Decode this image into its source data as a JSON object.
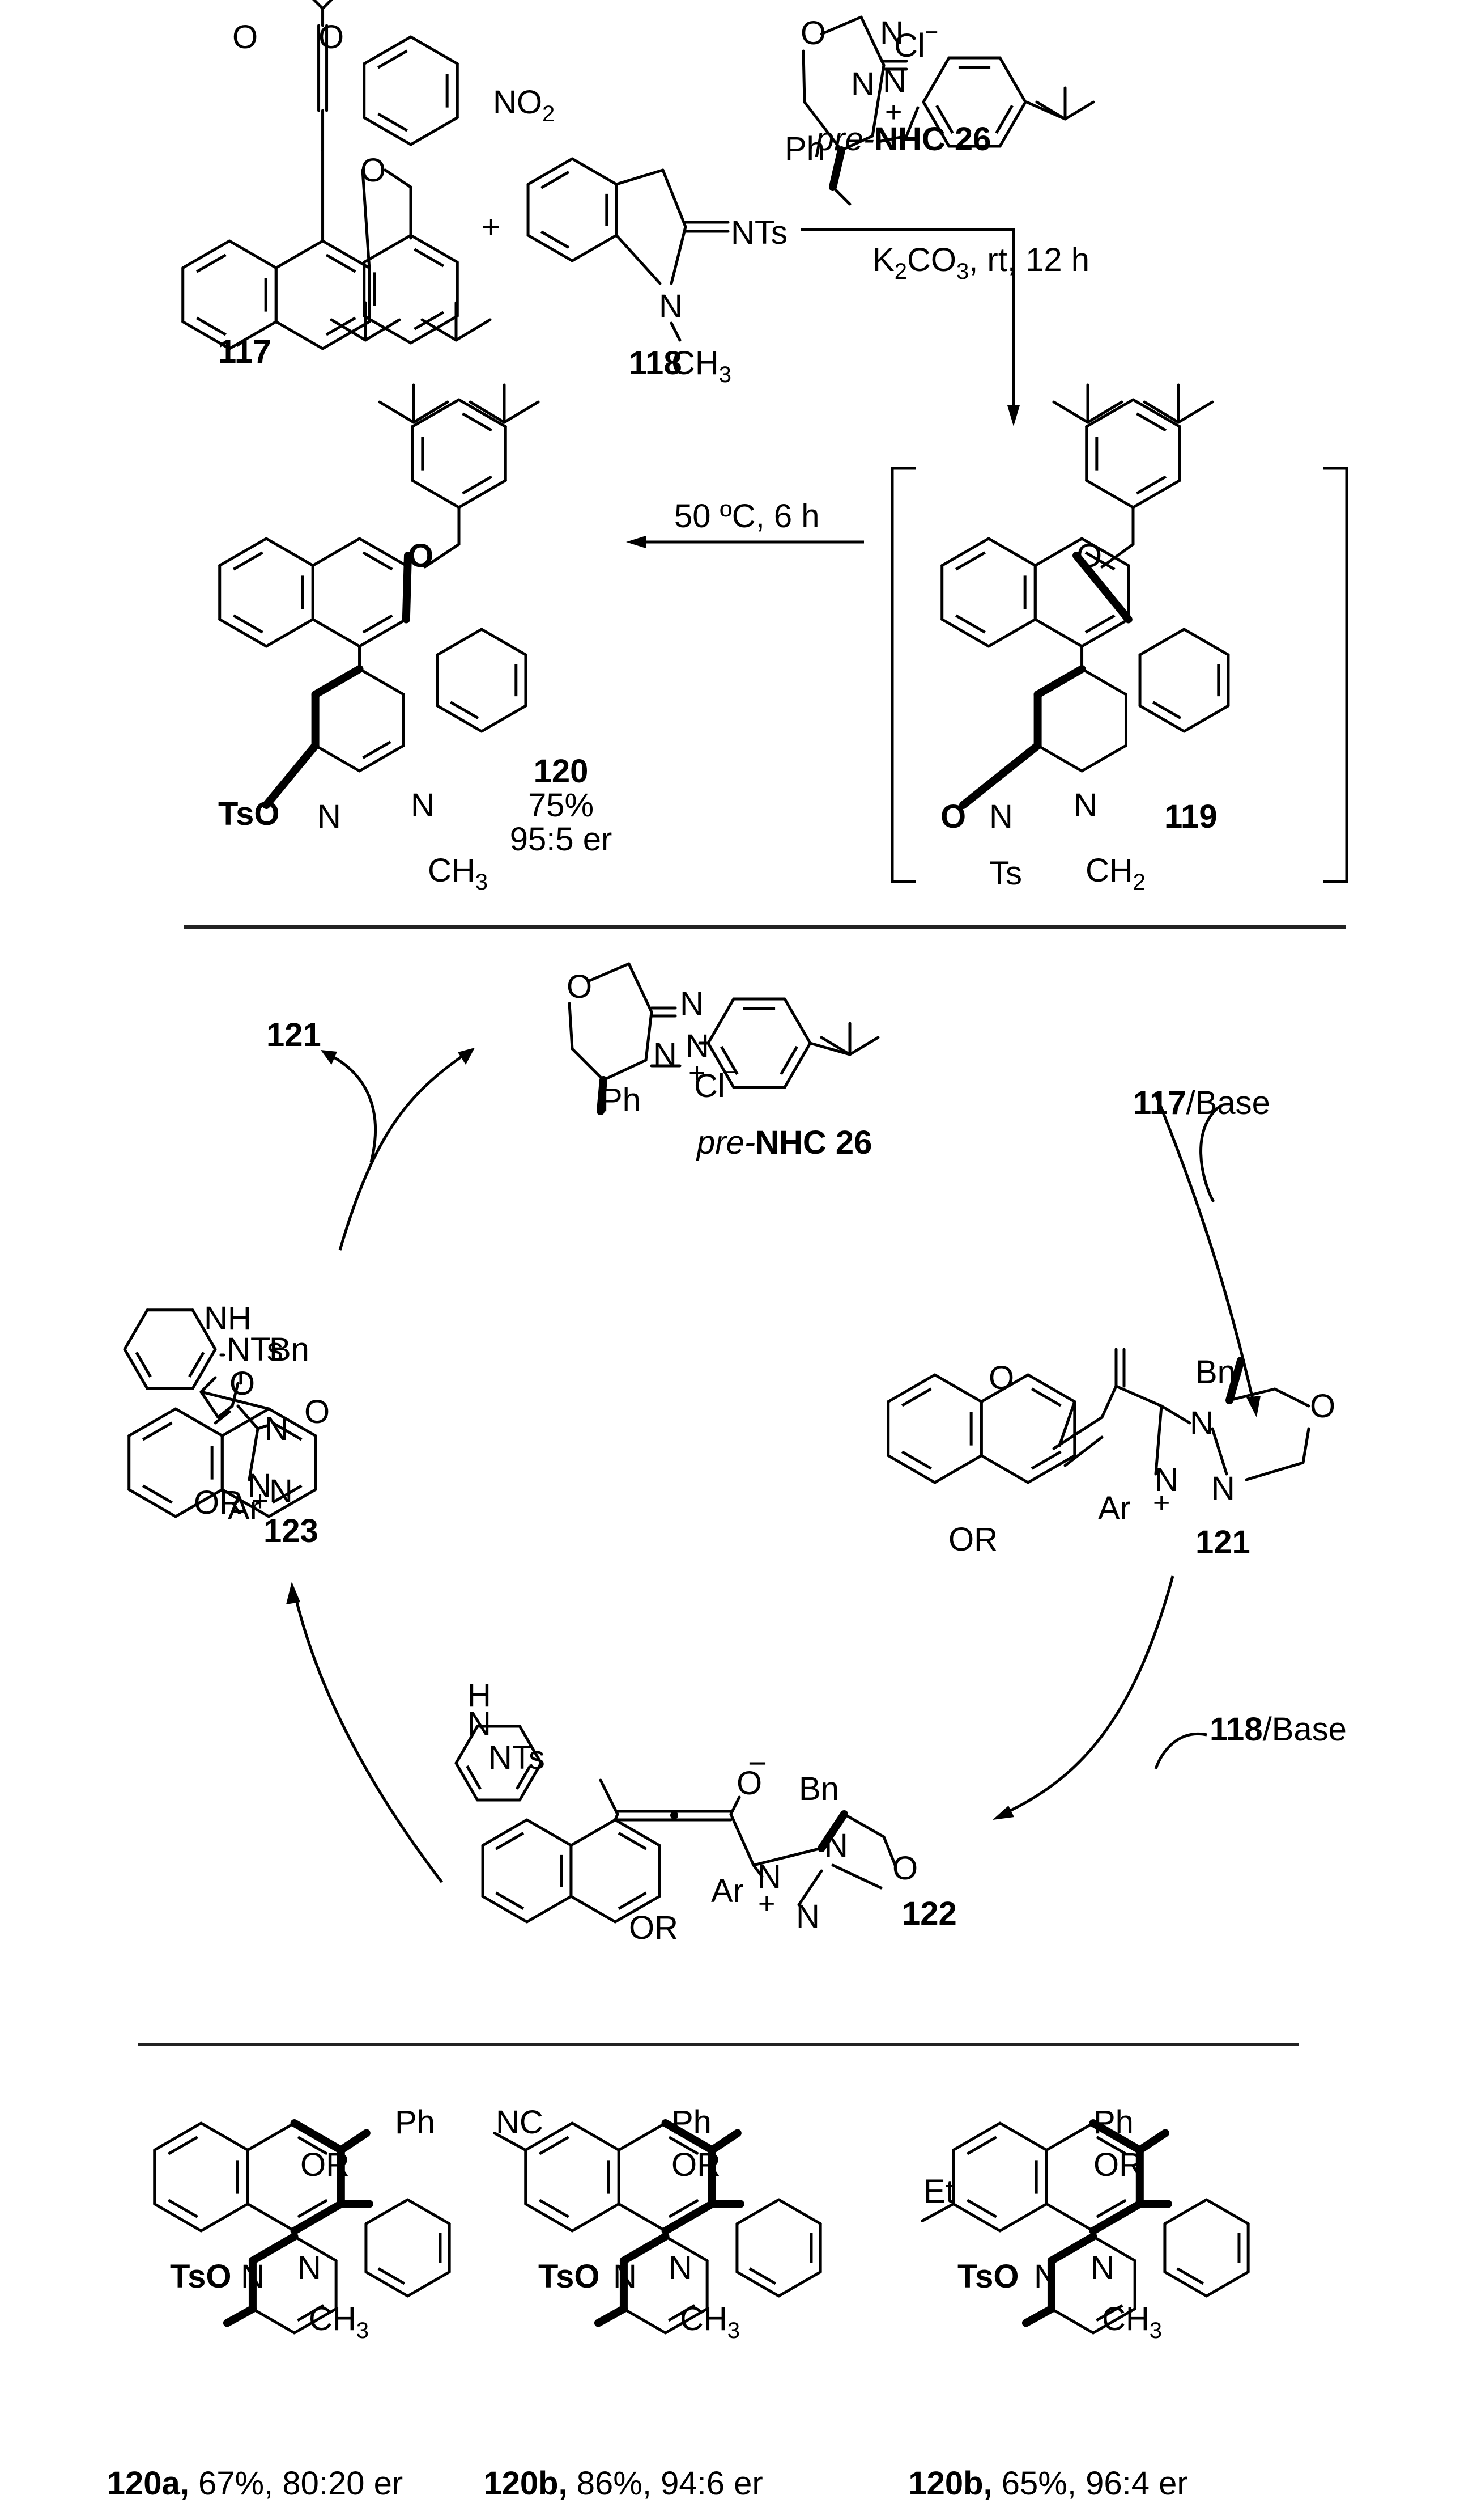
{
  "figure": {
    "type": "reaction-scheme",
    "sections": [
      "synthesis",
      "catalytic-cycle",
      "substrate-scope"
    ]
  },
  "synthesis": {
    "reactant_1": {
      "id": "117",
      "groups": [
        "O",
        "O",
        "NO2",
        "O"
      ],
      "nitro_label": "NO",
      "nitro_sub": "2"
    },
    "plus": "+",
    "reactant_2": {
      "id": "118",
      "imine": "NTs",
      "n_methyl": "N",
      "methyl": "CH",
      "methyl_sub": "3"
    },
    "catalyst": {
      "prefix": "pre-",
      "name": "NHC 26",
      "counterion": "Cl",
      "counterion_charge": "−",
      "substituent": "Ph",
      "atoms": [
        "O",
        "N",
        "N",
        "N"
      ],
      "charge": "+"
    },
    "step1_conditions": {
      "base": "K",
      "base_sub1": "2",
      "base_mid": "CO",
      "base_sub2": "3",
      "rest": ", rt, 12 h"
    },
    "intermediate": {
      "id": "119",
      "carbonyl_o": "O",
      "n_ts": "N",
      "ts": "Ts",
      "n_methylene": "N",
      "methylene": "CH",
      "methylene_sub": "2",
      "ether_o": "O"
    },
    "step2_conditions": "50 ºC, 6 h",
    "product": {
      "id": "120",
      "yield": "75%",
      "er": "95:5 er",
      "tso": "TsO",
      "n_pyr": "N",
      "n_indole": "N",
      "methyl": "CH",
      "methyl_sub": "3",
      "ether_o": "O"
    }
  },
  "cycle": {
    "catalyst": {
      "prefix": "pre-",
      "name": "NHC 26",
      "counterion": "Cl",
      "counterion_charge": "−",
      "substituent": "Ph",
      "atoms": [
        "O",
        "N",
        "N",
        "N"
      ],
      "charge": "+"
    },
    "release_label": "121",
    "step_a_reagent": {
      "id": "117",
      "rest": "/Base"
    },
    "step_b_reagent": {
      "id": "118",
      "rest": "/Base"
    },
    "int_121": {
      "id": "121",
      "bn": "Bn",
      "o_carbonyl": "O",
      "o_ring": "O",
      "n1": "N",
      "n2": "N",
      "n3": "N",
      "ar": "Ar",
      "charge": "+",
      "or": "OR"
    },
    "int_122": {
      "id": "122",
      "bn": "Bn",
      "nh": "N",
      "h": "H",
      "nts": "NTs",
      "o_enolate": "O",
      "enolate_charge": "−",
      "o_ring": "O",
      "n1": "N",
      "n2": "N",
      "n3": "N",
      "ar": "Ar",
      "charge": "+",
      "or": "OR"
    },
    "int_123": {
      "id": "123",
      "bn": "Bn",
      "nh": "NH",
      "nts": "NTs",
      "o_carbonyl": "O",
      "o_ring": "O",
      "n1": "N",
      "n2": "N",
      "n3": "N",
      "ar": "Ar",
      "charge": "+",
      "or": "OR"
    }
  },
  "scope": {
    "products": [
      {
        "id": "120a",
        "yield": "67%",
        "er": "80:20 er",
        "substituent": "",
        "ph": "Ph",
        "or": "OR",
        "tso": "TsO",
        "n_pyr": "N",
        "n_indole": "N",
        "methyl": "CH",
        "methyl_sub": "3"
      },
      {
        "id": "120b",
        "yield": "86%",
        "er": "94:6 er",
        "substituent": "NC",
        "ph": "Ph",
        "or": "OR",
        "tso": "TsO",
        "n_pyr": "N",
        "n_indole": "N",
        "methyl": "CH",
        "methyl_sub": "3"
      },
      {
        "id": "120b",
        "yield": "65%",
        "er": "96:4 er",
        "substituent": "Et",
        "ph": "Ph",
        "or": "OR",
        "tso": "TsO",
        "n_pyr": "N",
        "n_indole": "N",
        "methyl": "CH",
        "methyl_sub": "3"
      }
    ]
  }
}
